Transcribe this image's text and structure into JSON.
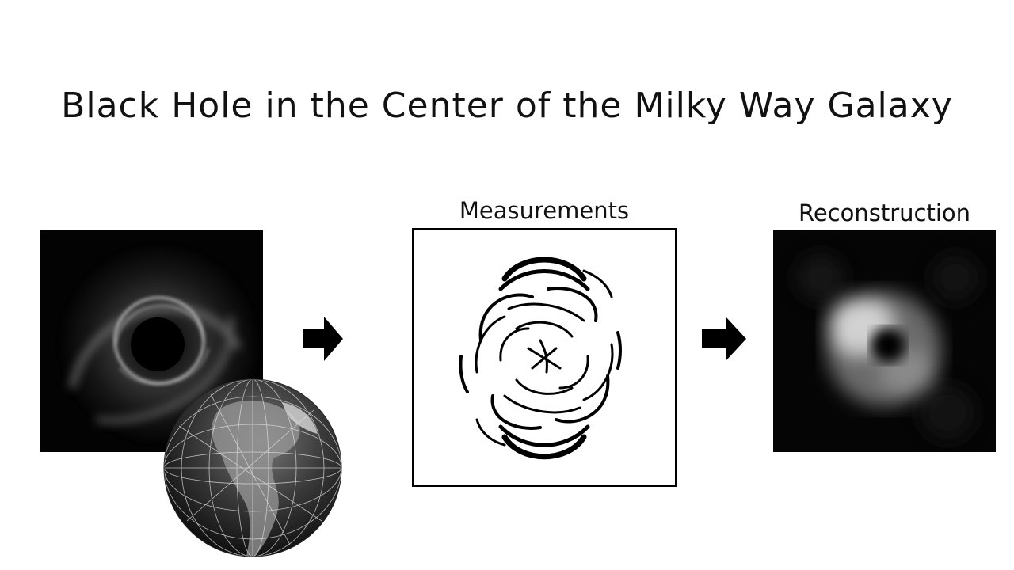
{
  "title": "Black Hole in the Center of the Milky Way Galaxy",
  "panels": {
    "measurements_label": "Measurements",
    "reconstruction_label": "Reconstruction"
  },
  "icons": {
    "source": "black-hole-image-icon",
    "earth": "earth-globe-icon",
    "arrow": "arrow-right-icon",
    "measurements": "uv-coverage-tracks-icon"
  },
  "colors": {
    "text": "#111111",
    "background": "#ffffff",
    "panel_dark": "#050505"
  }
}
